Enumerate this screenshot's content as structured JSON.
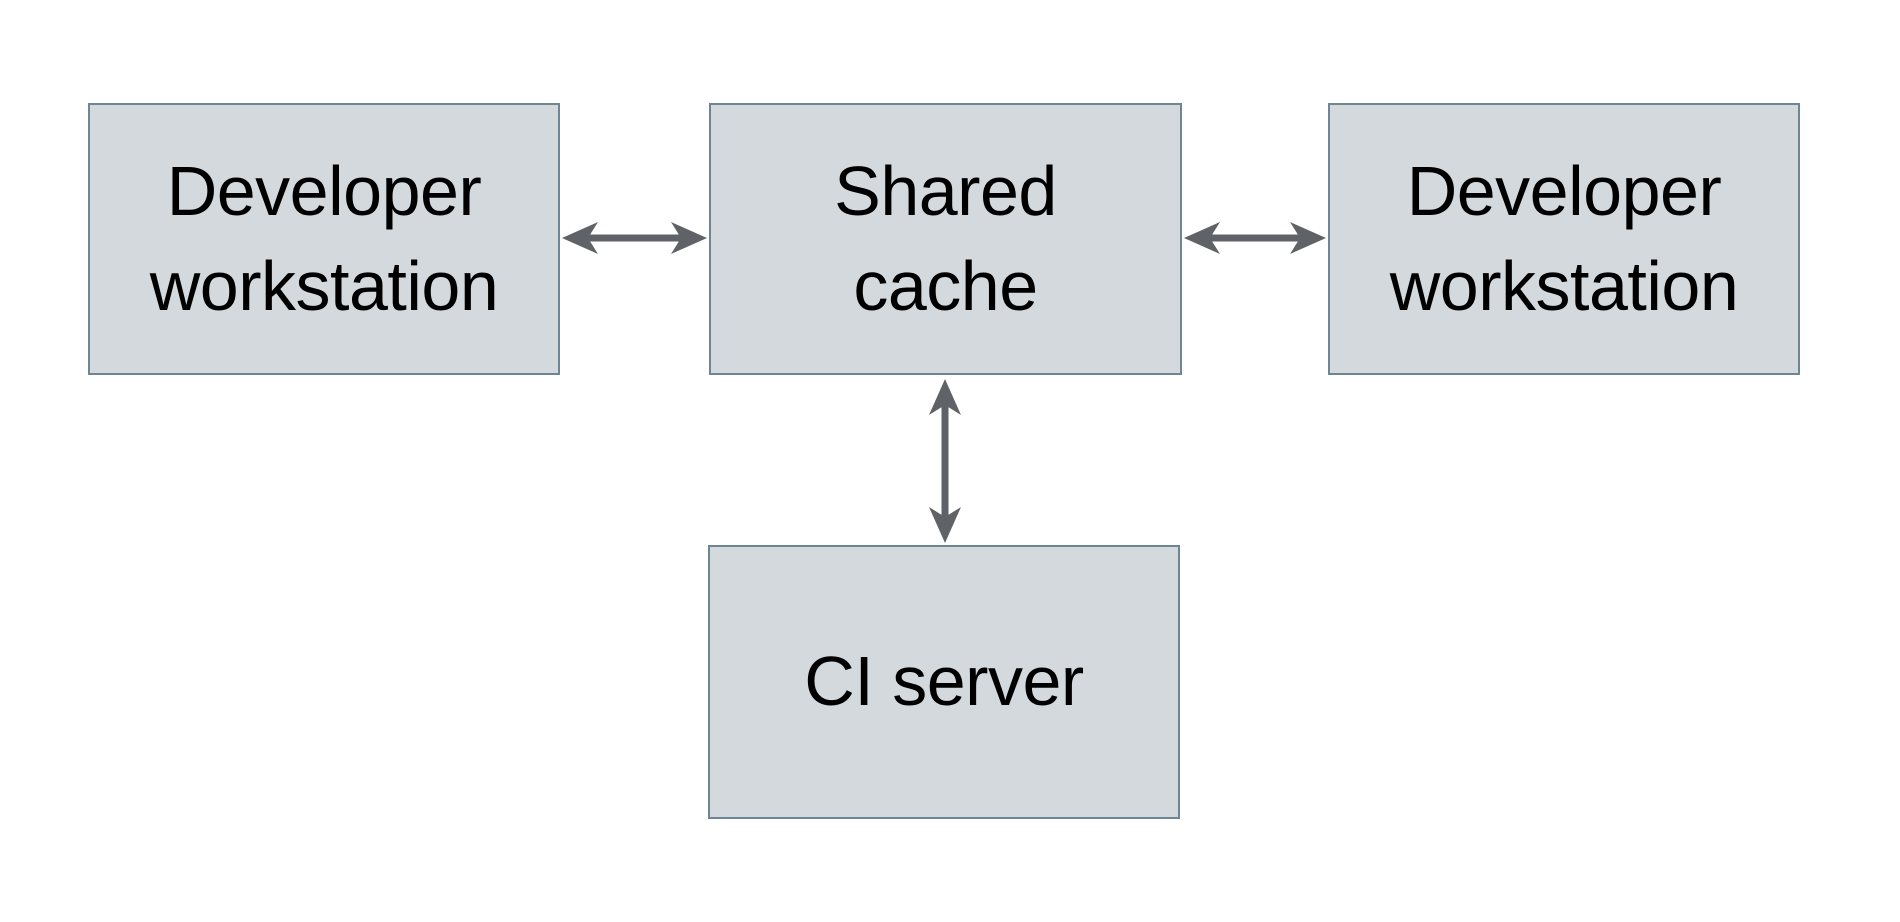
{
  "diagram": {
    "nodes": [
      {
        "id": "developer-workstation-left",
        "label": "Developer\nworkstation"
      },
      {
        "id": "shared-cache",
        "label": "Shared\ncache"
      },
      {
        "id": "developer-workstation-right",
        "label": "Developer\nworkstation"
      },
      {
        "id": "ci-server",
        "label": "CI server"
      }
    ],
    "edges": [
      {
        "from": "developer-workstation-left",
        "to": "shared-cache",
        "direction": "bidirectional"
      },
      {
        "from": "shared-cache",
        "to": "developer-workstation-right",
        "direction": "bidirectional"
      },
      {
        "from": "shared-cache",
        "to": "ci-server",
        "direction": "bidirectional"
      }
    ]
  },
  "colors": {
    "background": "#ffffff",
    "node_fill": "#d3d9dc",
    "node_border": "#6e8593",
    "arrow": "#5f6368",
    "text": "#000000"
  }
}
